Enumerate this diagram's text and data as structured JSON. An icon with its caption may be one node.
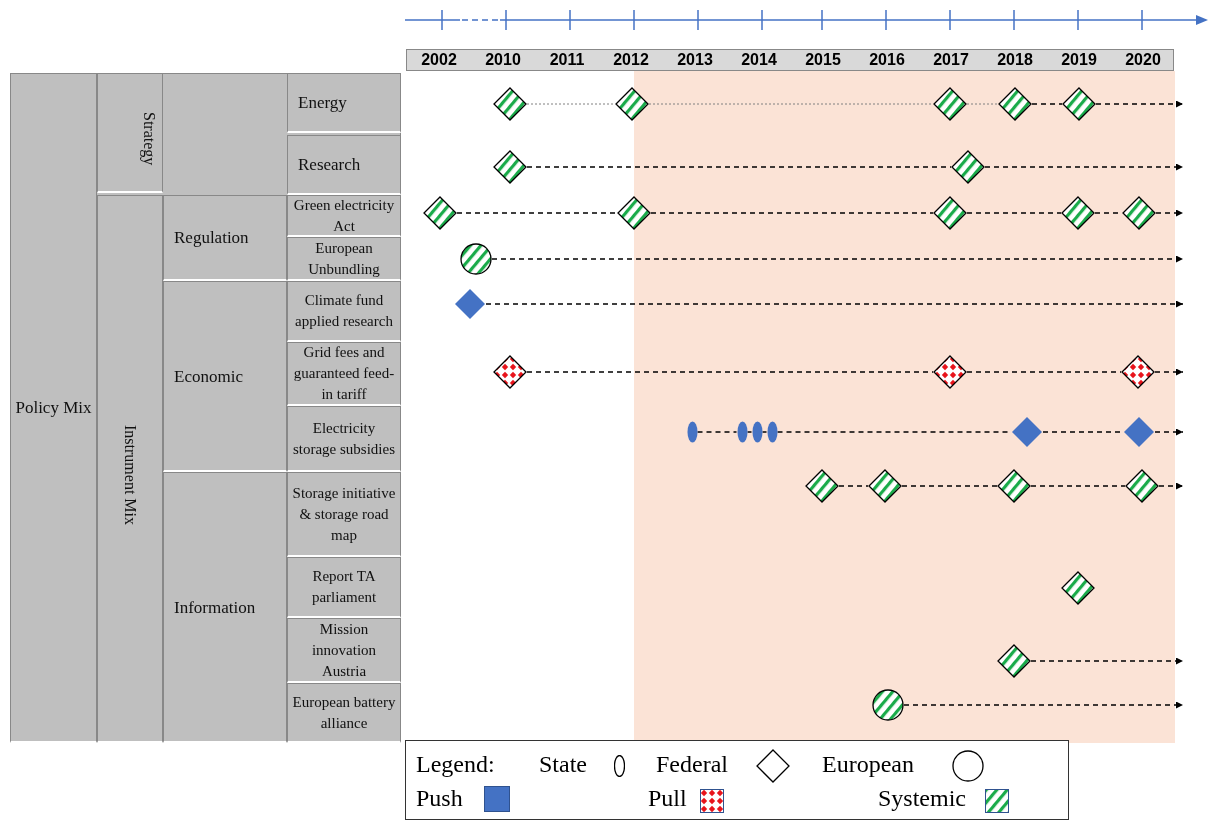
{
  "diagram": {
    "nodes": [
      {
        "text": [],
        "shape": "diamond"
      },
      {
        "text": [],
        "shape": "diamond"
      },
      {
        "text": [],
        "shape": "diamond"
      },
      {
        "text": [],
        "shape": "diamond"
      },
      {
        "text": [],
        "shape": "diamond"
      },
      {
        "text": [],
        "shape": "diamond"
      },
      {
        "text": [],
        "shape": "diamond"
      },
      {
        "text": [],
        "shape": "diamond"
      },
      {
        "text": [],
        "shape": "diamond"
      },
      {
        "text": [],
        "shape": "diamond"
      },
      {
        "text": [],
        "shape": "diamond"
      },
      {
        "text": [],
        "shape": "diamond"
      },
      {
        "text": [],
        "shape": "circle"
      },
      {
        "text": [],
        "shape": "diamond"
      },
      {
        "text": [],
        "shape": "diamond"
      },
      {
        "text": [],
        "shape": "diamond"
      },
      {
        "text": [],
        "shape": "diamond"
      },
      {
        "text": [],
        "shape": "ellipse"
      },
      {
        "text": [],
        "shape": "ellipse"
      },
      {
        "text": [],
        "shape": "ellipse"
      },
      {
        "text": [],
        "shape": "ellipse"
      },
      {
        "text": [],
        "shape": "diamond"
      },
      {
        "text": [],
        "shape": "diamond"
      },
      {
        "text": [],
        "shape": "diamond"
      },
      {
        "text": [],
        "shape": "diamond"
      },
      {
        "text": [],
        "shape": "diamond"
      },
      {
        "text": [],
        "shape": "diamond"
      },
      {
        "text": [],
        "shape": "diamond"
      },
      {
        "text": [],
        "shape": "diamond"
      },
      {
        "text": [],
        "shape": "circle"
      }
    ],
    "edges": [
      {
        "from": 0,
        "to": 1,
        "arrow": "none",
        "style": "dashed",
        "color": "#808080"
      },
      {
        "from": 1,
        "to": 2,
        "arrow": "none",
        "style": "dashed",
        "color": "#808080"
      },
      {
        "from": 2,
        "to": 3,
        "arrow": "none",
        "style": "dashed",
        "color": "#808080"
      },
      {
        "from": 3,
        "to": 4,
        "arrow": "none",
        "style": "dashed"
      },
      {
        "from": 4,
        "to": null,
        "arrow": "to",
        "style": "dashed"
      },
      {
        "from": 5,
        "to": 6,
        "arrow": "none",
        "style": "dashed"
      },
      {
        "from": 6,
        "to": null,
        "arrow": "to",
        "style": "dashed"
      },
      {
        "from": 7,
        "to": 8,
        "arrow": "none",
        "style": "dashed"
      },
      {
        "from": 8,
        "to": 9,
        "arrow": "none",
        "style": "dashed"
      },
      {
        "from": 9,
        "to": 10,
        "arrow": "none",
        "style": "dashed"
      },
      {
        "from": 10,
        "to": 11,
        "arrow": "none",
        "style": "dashed"
      },
      {
        "from": 11,
        "to": null,
        "arrow": "to",
        "style": "dashed"
      },
      {
        "from": 12,
        "to": null,
        "arrow": "to",
        "style": "dashed"
      },
      {
        "from": 13,
        "to": null,
        "arrow": "to",
        "style": "dashed"
      },
      {
        "from": 14,
        "to": 15,
        "arrow": "none",
        "style": "dashed"
      },
      {
        "from": 15,
        "to": 16,
        "arrow": "none",
        "style": "dashed"
      },
      {
        "from": 16,
        "to": null,
        "arrow": "to",
        "style": "dashed"
      },
      {
        "from": 17,
        "to": 18,
        "arrow": "none",
        "style": "dashed"
      },
      {
        "from": 18,
        "to": 19,
        "arrow": "none",
        "style": "dashed"
      },
      {
        "from": 19,
        "to": 20,
        "arrow": "none",
        "style": "dashed"
      },
      {
        "from": 20,
        "to": 21,
        "arrow": "none",
        "style": "dashed"
      },
      {
        "from": 21,
        "to": 22,
        "arrow": "none",
        "style": "dashed"
      },
      {
        "from": 22,
        "to": null,
        "arrow": "to",
        "style": "dashed"
      },
      {
        "from": 23,
        "to": 24,
        "arrow": "none",
        "style": "dashed"
      },
      {
        "from": 24,
        "to": 25,
        "arrow": "none",
        "style": "dashed"
      },
      {
        "from": 25,
        "to": 26,
        "arrow": "none",
        "style": "dashed"
      },
      {
        "from": 26,
        "to": null,
        "arrow": "to",
        "style": "dashed"
      },
      {
        "from": 28,
        "to": null,
        "arrow": "to",
        "style": "dashed"
      },
      {
        "from": 29,
        "to": null,
        "arrow": "to",
        "style": "dashed"
      }
    ],
    "labels": [
      "2002",
      "2010",
      "2011",
      "2012",
      "2013",
      "2014",
      "2015",
      "2016",
      "2017",
      "2018",
      "2019",
      "2020",
      "Policy Mix",
      "Strategy",
      "Energy",
      "Research",
      "Instrument Mix",
      "Regulation",
      "Green electricity Act",
      "European Unbundling",
      "Economic",
      "Climate fund applied research",
      "Grid fees and guaranteed feed-in tariff",
      "Electricity storage subsidies",
      "Information",
      "Storage initiative & storage road map",
      "Report TA parliament",
      "Mission innovation Austria",
      "European battery alliance",
      "Legend:"
    ],
    "legend": [
      {
        "text": "State"
      },
      {
        "text": "Federal"
      },
      {
        "text": "European"
      },
      {
        "text": "Push",
        "color": "#4472c4"
      },
      {
        "text": "Pull"
      },
      {
        "text": "Systemic"
      }
    ]
  }
}
